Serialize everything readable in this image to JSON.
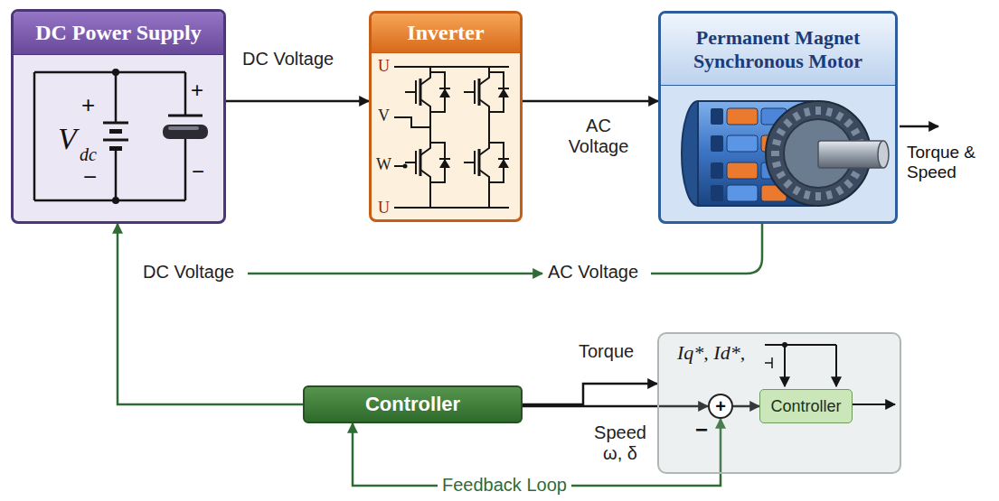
{
  "diagram": {
    "nodes": [
      {
        "text": [
          "DC Power Supply"
        ]
      },
      {
        "text": [
          "Inverter"
        ]
      },
      {
        "text": [
          "Permanent Magnet Synchronous Motor"
        ]
      },
      {
        "text": [
          "Controller"
        ]
      },
      {
        "text": [
          "Iq*, Id*,"
        ]
      },
      {
        "text": [
          "+"
        ],
        "in": 4
      },
      {
        "text": [
          "Controller"
        ],
        "in": 4
      }
    ],
    "edges": [
      {
        "from": 0,
        "to": 1,
        "label": "DC Voltage",
        "arrow": "to"
      },
      {
        "from": 1,
        "to": 2,
        "label": "AC Voltage",
        "arrow": "to"
      },
      {
        "from": 3,
        "to": 0,
        "arrow": "to"
      },
      {
        "from": 3,
        "to": 4,
        "label": "Torque",
        "arrow": "to"
      },
      {
        "from": 3,
        "to": 5,
        "label": "Speed ω, δ",
        "arrow": "to"
      },
      {
        "from": 5,
        "to": 3,
        "label": "Feedback Loop",
        "arrow": "both"
      },
      {
        "from": 5,
        "to": 6,
        "arrow": "to"
      }
    ],
    "labels": [
      "+",
      "V",
      "dc",
      "−",
      "+",
      "−",
      "U",
      "V",
      "W",
      "U",
      "Torque & Speed",
      "DC Voltage",
      "AC Voltage",
      "−"
    ]
  }
}
